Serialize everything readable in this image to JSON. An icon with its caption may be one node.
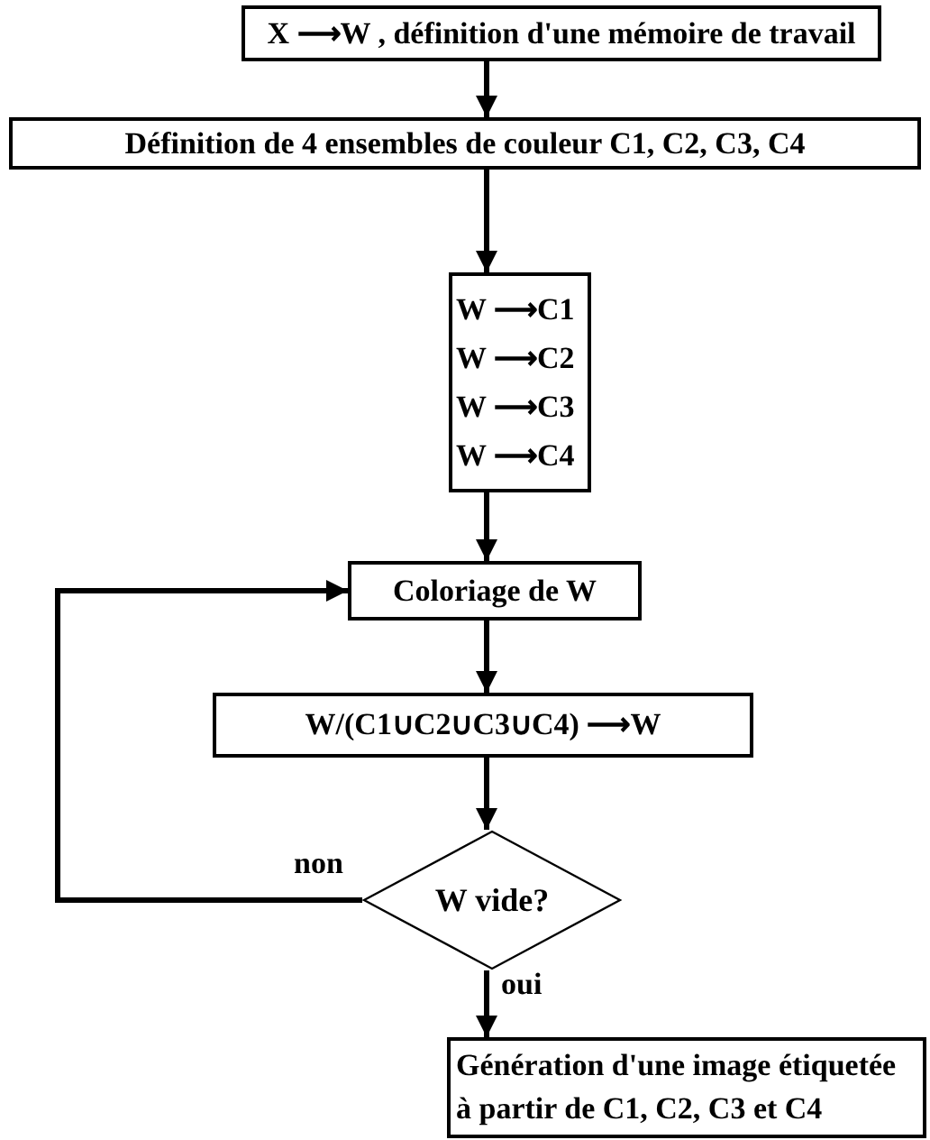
{
  "diagram": {
    "nodes": [
      {
        "text": [
          "X ⟶W , définition d'une mémoire de travail"
        ]
      },
      {
        "text": [
          "Définition de 4 ensembles de couleur C1, C2, C3, C4"
        ]
      },
      {
        "text": [
          "W ⟶C1",
          "W ⟶C2",
          "W ⟶C3",
          "W ⟶C4"
        ]
      },
      {
        "text": [
          "Coloriage de W"
        ]
      },
      {
        "text": [
          "W/(C1∪C2∪C3∪C4) ⟶W"
        ]
      },
      {
        "text": [
          "W vide?"
        ]
      },
      {
        "text": [
          "Génération d'une image étiquetée à partir de C1, C2, C3 et C4"
        ]
      }
    ],
    "edges": [
      {
        "from": 0,
        "to": 1,
        "arrow": "to"
      },
      {
        "from": 1,
        "to": 2,
        "arrow": "to"
      },
      {
        "from": 2,
        "to": 3,
        "arrow": "to"
      },
      {
        "from": 3,
        "to": 4,
        "arrow": "to"
      },
      {
        "from": 4,
        "to": 5,
        "arrow": "to"
      },
      {
        "from": 5,
        "to": 3,
        "arrow": "to",
        "label": "non"
      },
      {
        "from": 5,
        "to": 6,
        "arrow": "to",
        "label": "oui"
      }
    ]
  }
}
